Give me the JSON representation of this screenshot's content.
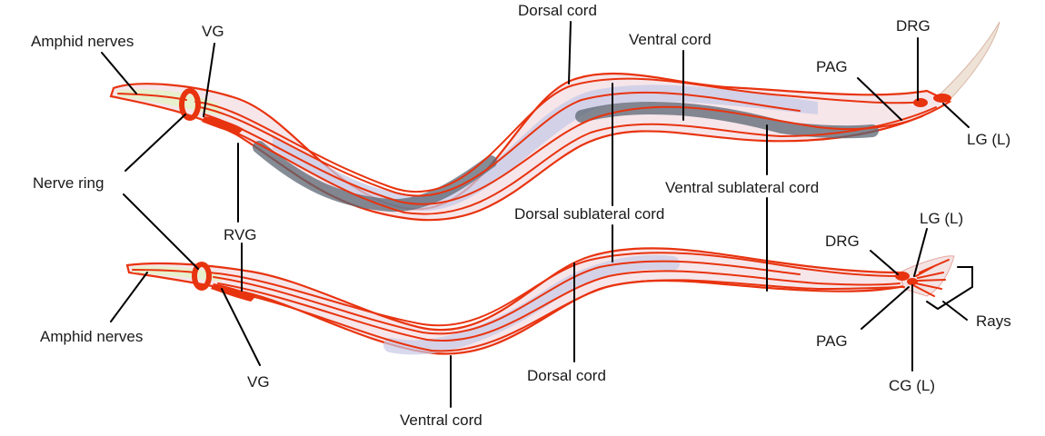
{
  "colors": {
    "nerve": "#e8330f",
    "body_fill": "#f6e6ea",
    "body_edge": "#e8330f",
    "gut": "#5b6573",
    "gonad": "#c7c9e6",
    "pharynx": "#e7efc9",
    "leader_line": "#000000",
    "text": "#1a1a1a"
  },
  "top_worm": {
    "labels": {
      "amphid_nerves": "Amphid nerves",
      "vg": "VG",
      "dorsal_cord": "Dorsal cord",
      "ventral_cord": "Ventral cord",
      "drg": "DRG",
      "pag": "PAG",
      "lg_l": "LG (L)"
    }
  },
  "shared_labels": {
    "nerve_ring": "Nerve ring",
    "rvg": "RVG",
    "ventral_sublateral_cord": "Ventral sublateral cord",
    "dorsal_sublateral_cord": "Dorsal sublateral cord"
  },
  "bottom_worm": {
    "labels": {
      "lg_l": "LG (L)",
      "drg": "DRG",
      "amphid_nerves": "Amphid nerves",
      "vg": "VG",
      "dorsal_cord": "Dorsal cord",
      "ventral_cord": "Ventral cord",
      "pag": "PAG",
      "rays": "Rays",
      "cg_l": "CG (L)"
    }
  }
}
